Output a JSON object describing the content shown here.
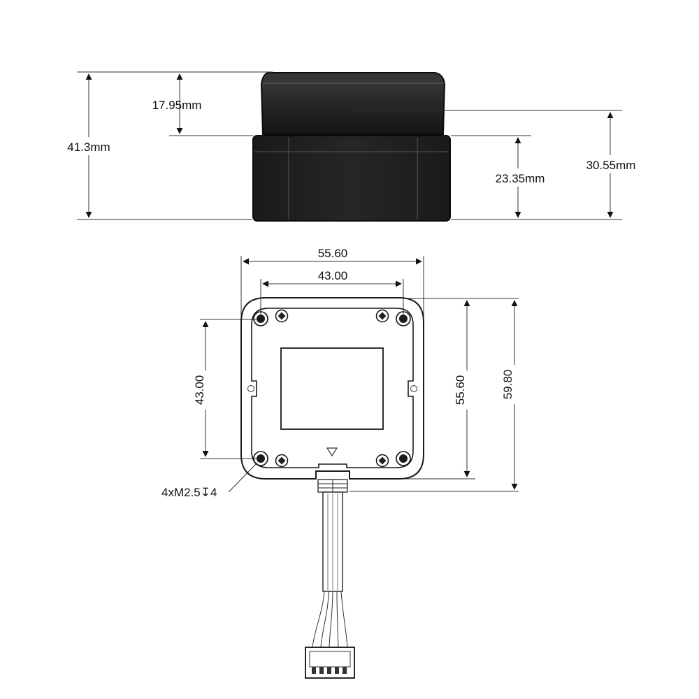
{
  "side_view": {
    "total_height": "41.3mm",
    "top_cap_height": "17.95mm",
    "base_height": "23.35mm",
    "center_height": "30.55mm"
  },
  "bottom_view": {
    "outer_width": "55.60",
    "hole_spacing_x": "43.00",
    "hole_spacing_y": "43.00",
    "outer_height": "55.60",
    "height_with_connector": "59.80",
    "screw_spec": "4xM2.5↧4"
  },
  "colors": {
    "ink": "#111111",
    "body_dark": "#1e1e1e",
    "body_mid": "#2e2e2e",
    "background": "#ffffff"
  }
}
